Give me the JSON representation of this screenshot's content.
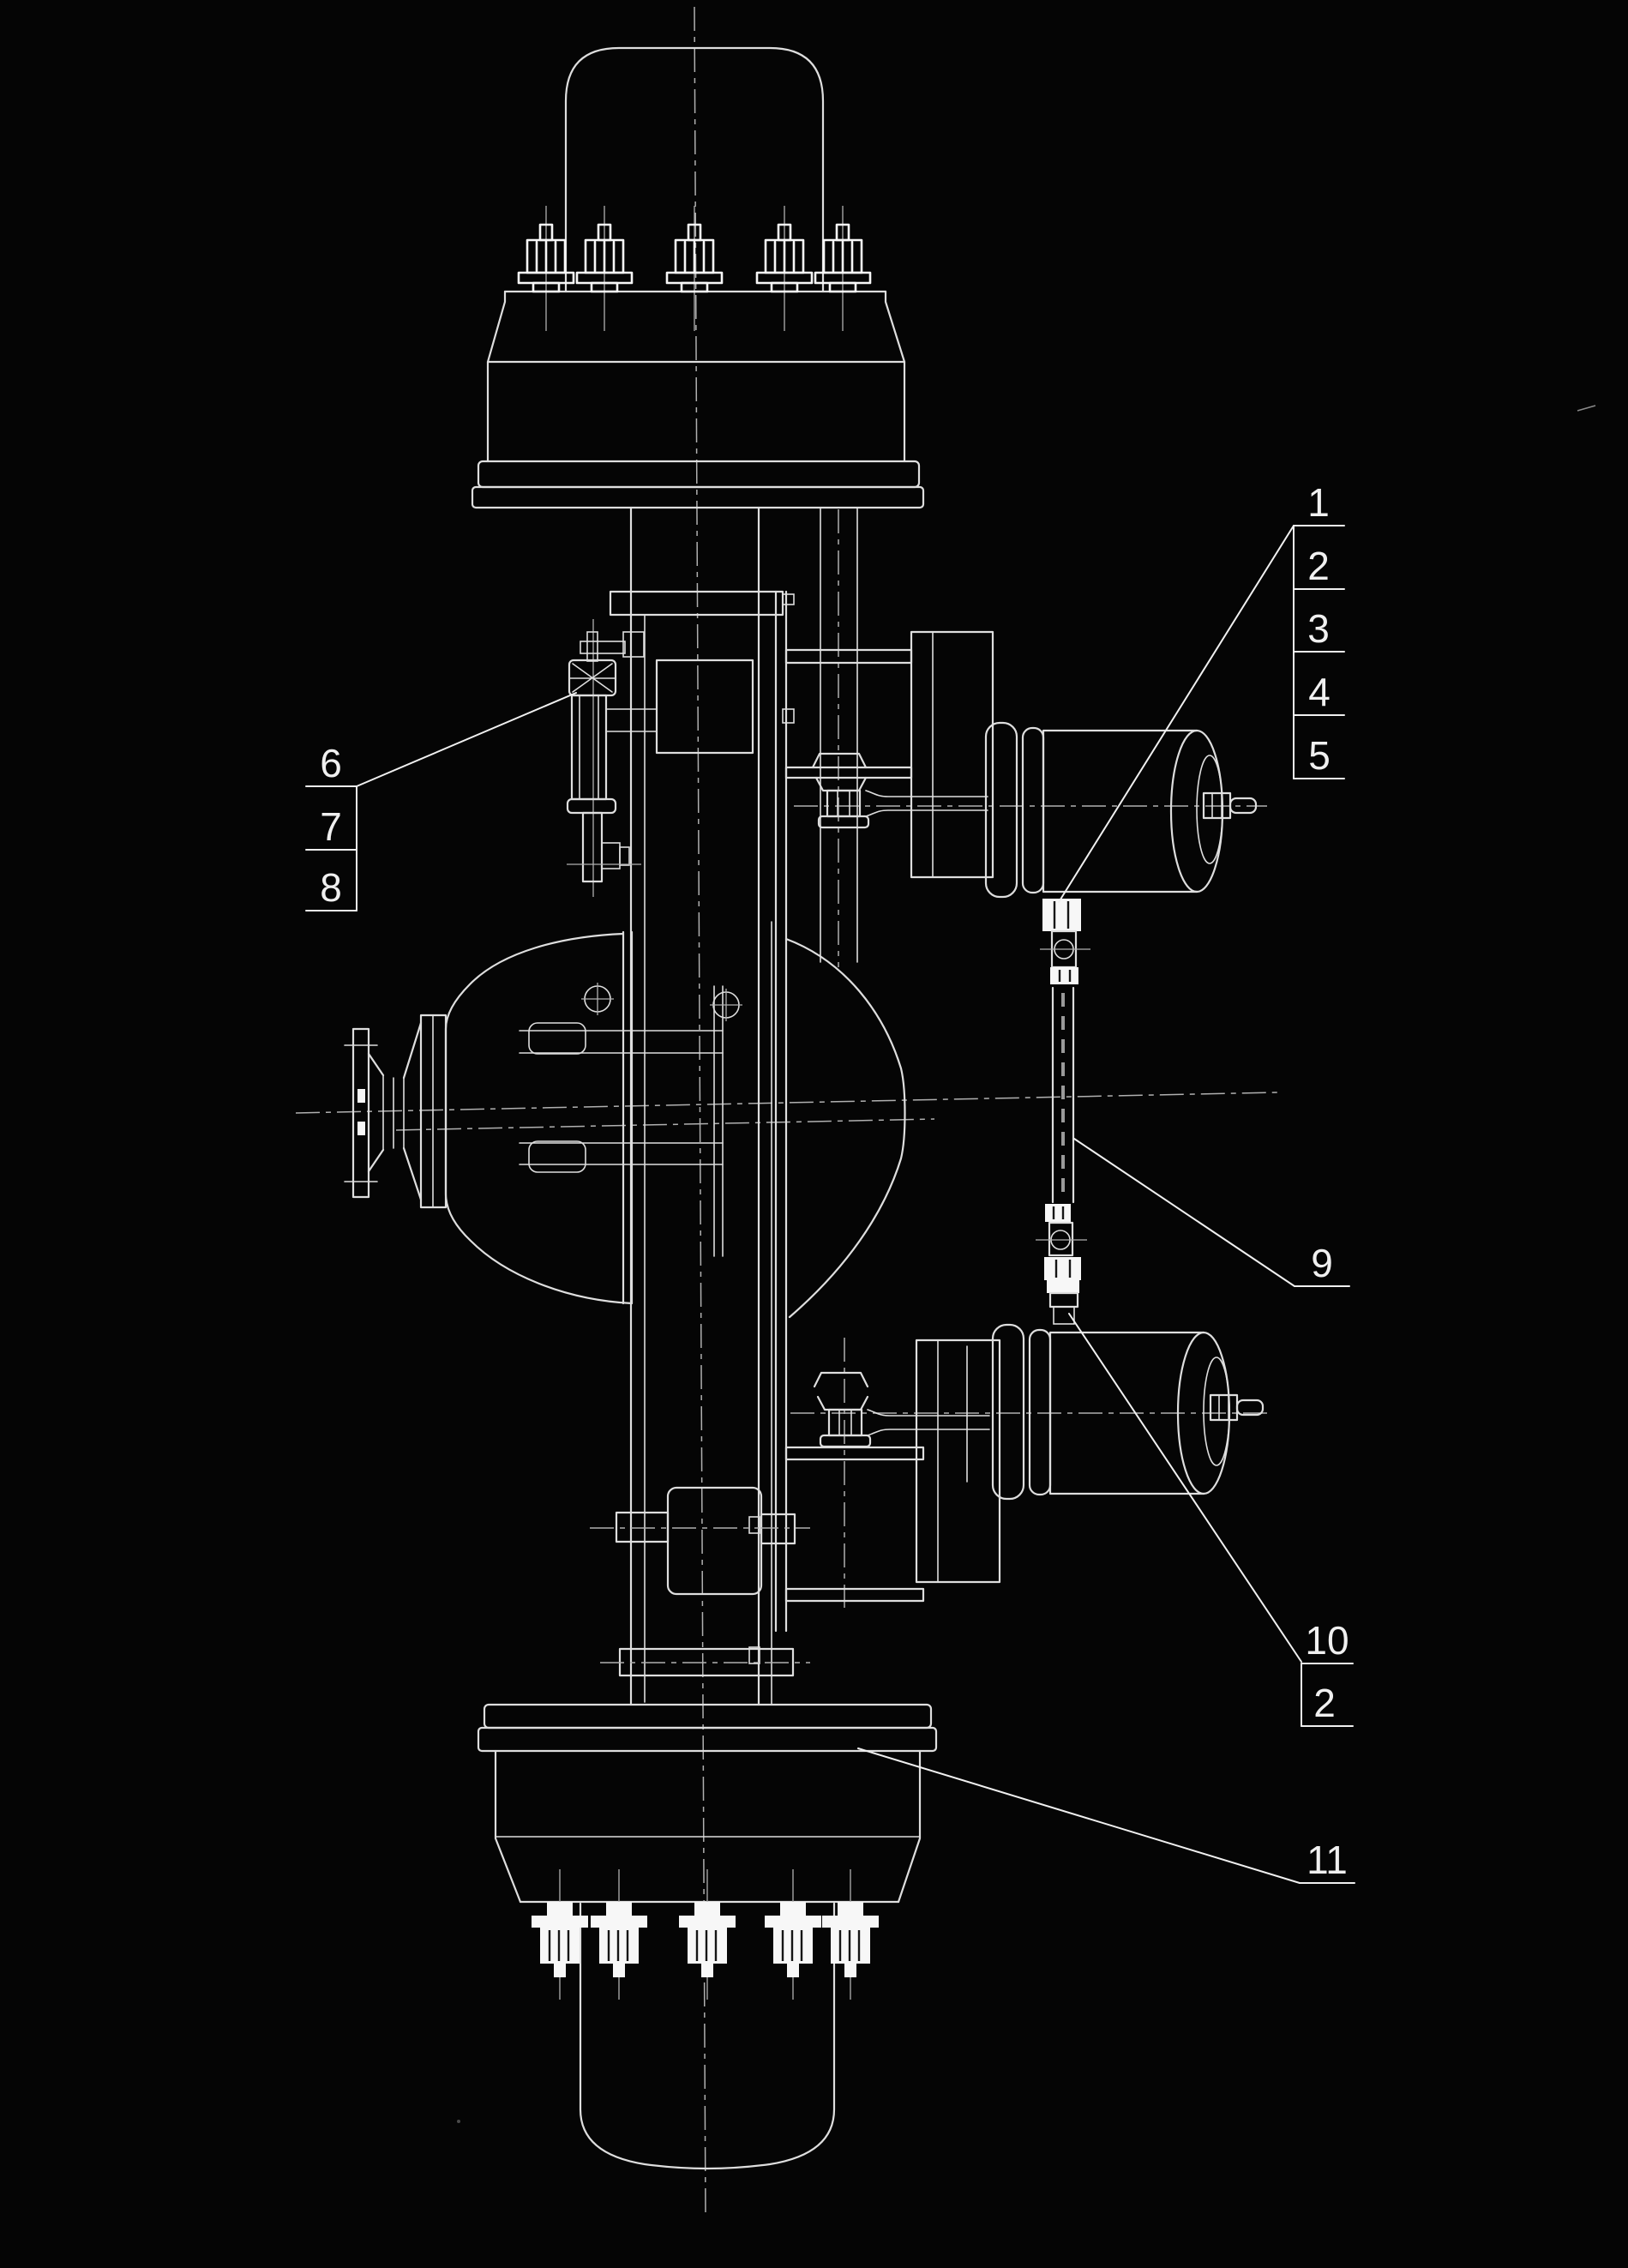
{
  "drawing": {
    "callouts": {
      "stack_right": {
        "labels": [
          "1",
          "2",
          "3",
          "4",
          "5"
        ]
      },
      "stack_left": {
        "labels": [
          "6",
          "7",
          "8"
        ]
      },
      "hose_item": {
        "label": "9"
      },
      "stack_lower_right": {
        "labels": [
          "10",
          "2"
        ]
      },
      "hub_item": {
        "label": "11"
      }
    },
    "colors": {
      "background": "#050505",
      "line": "#dedede",
      "bright": "#f7f7f7",
      "centerline": "#b0b0b0",
      "label": "#f0f0f0"
    }
  }
}
